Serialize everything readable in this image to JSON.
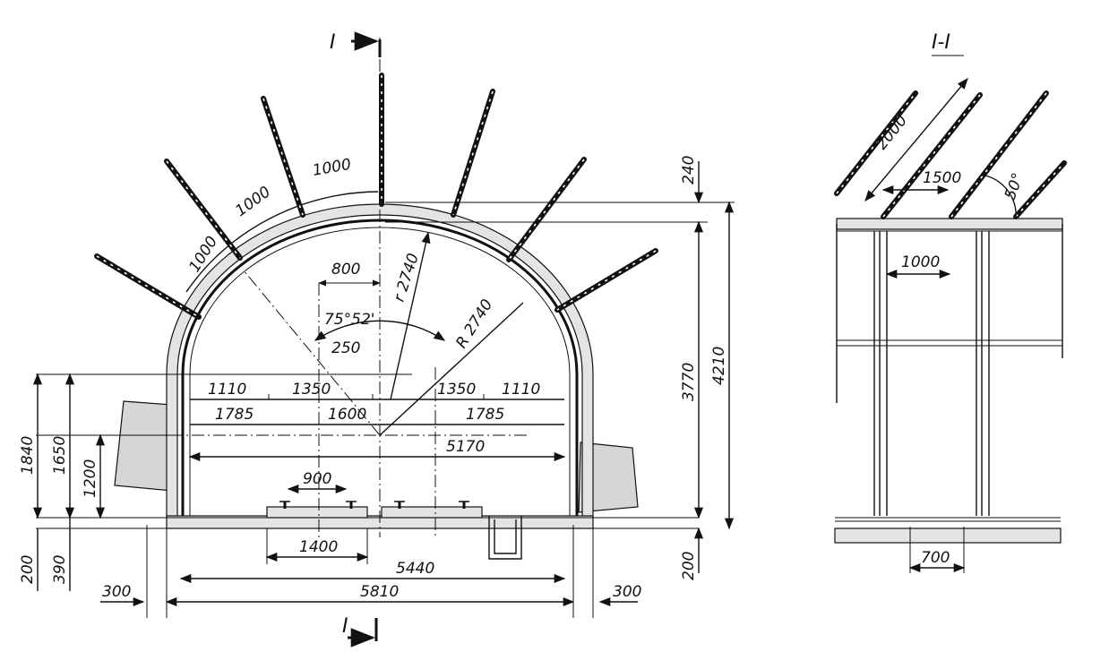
{
  "section_marks": {
    "top": "I",
    "bottom": "I",
    "right_title": "I-I"
  },
  "main_section": {
    "bolt_spacings": [
      "1000",
      "1000",
      "1000"
    ],
    "radius_inner": "r 2740",
    "radius_outer": "R 2740",
    "angle": "75°52'",
    "offset_800": "800",
    "offset_250": "250",
    "row_spring": [
      "1110",
      "1350",
      "1350",
      "1110"
    ],
    "row_axis": [
      "1785",
      "1600",
      "1785"
    ],
    "span_5170": "5170",
    "rail_gauge": "900",
    "track_1400": "1400",
    "span_5440": "5440",
    "span_5810": "5810",
    "side_300_left": "300",
    "side_300_right": "300",
    "left_dims": [
      "1840",
      "1650",
      "1200",
      "200",
      "390"
    ],
    "right_dims": [
      "240",
      "3770",
      "4210",
      "200"
    ]
  },
  "side_section": {
    "bolt_length": "2000",
    "bolt_spacing": "1500",
    "bolt_angle": "50°",
    "frame_spacing": "1000",
    "floor_700": "700"
  },
  "colors": {
    "ink": "#111111",
    "paper": "#ffffff",
    "concrete": "#e4e4e4"
  }
}
